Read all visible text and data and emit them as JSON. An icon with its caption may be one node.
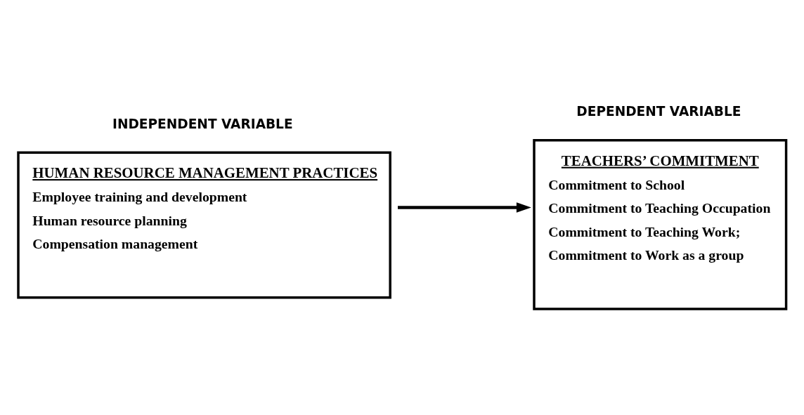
{
  "diagram": {
    "nodes": [
      {
        "text": [
          "INDEPENDENT VARIABLE",
          "HUMAN RESOURCE MANAGEMENT PRACTICES",
          "Employee training and development",
          "Human resource planning",
          "Compensation management"
        ]
      },
      {
        "text": [
          "DEPENDENT VARIABLE",
          "TEACHERS’ COMMITMENT",
          "Commitment to School",
          "Commitment to Teaching Occupation",
          "Commitment to Teaching Work;",
          "Commitment to Work as a group"
        ]
      }
    ],
    "edges": [
      {
        "from": 0,
        "to": 1,
        "arrow": "to"
      }
    ]
  }
}
